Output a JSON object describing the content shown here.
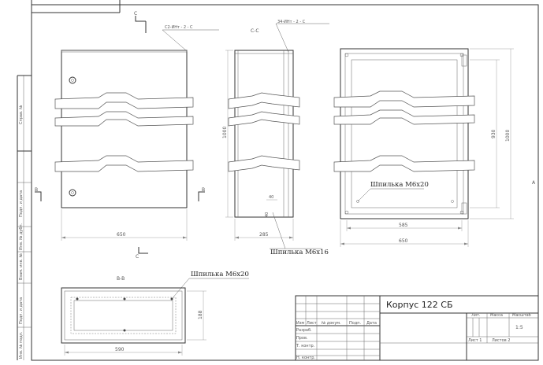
{
  "sheet": {
    "stamp_fields": [
      "Справ. №",
      "Подп. и дата",
      "Инв. № дубл.",
      "Взам. инв. №",
      "Подп. и дата",
      "Инв. № подл."
    ],
    "zone_letter": "A"
  },
  "views": {
    "front": {
      "section_letter": "C",
      "section_marker_bottom": "C",
      "roughness": "С2-ИНт - 2 - С",
      "left_marker": "B",
      "right_marker": "B",
      "width_dim": "650"
    },
    "side": {
      "section_title": "C-C",
      "roughness": "34-ИНт - 2 - С",
      "height_dim": "1000",
      "width_dim": "285",
      "small_dim_1": "40",
      "small_dim_2": "40",
      "stud_callout": "Шпилька М6х16"
    },
    "rear": {
      "stud_callout": "Шпилька М6х20",
      "inner_width_dim": "585",
      "outer_width_dim": "650",
      "inner_height_dim": "930",
      "outer_height_dim": "1000"
    },
    "bottom": {
      "section_title": "B-B",
      "stud_callout": "Шпилька М6х20",
      "depth_dim": "188",
      "width_dim": "590"
    }
  },
  "title_block": {
    "document_title": "Корпус  122 СБ",
    "col_headers": [
      "Изм",
      "Лист",
      "№ докум.",
      "Подп.",
      "Дата"
    ],
    "row_labels": [
      "Разраб.",
      "Пров.",
      "Т. контр.",
      "Н. контр."
    ],
    "lit_label": "Лит.",
    "mass_label": "Масса",
    "scale_label": "Масштаб",
    "scale_value": "1:5",
    "sheet_label": "Лист 1",
    "sheets_label": "Листов 2"
  }
}
